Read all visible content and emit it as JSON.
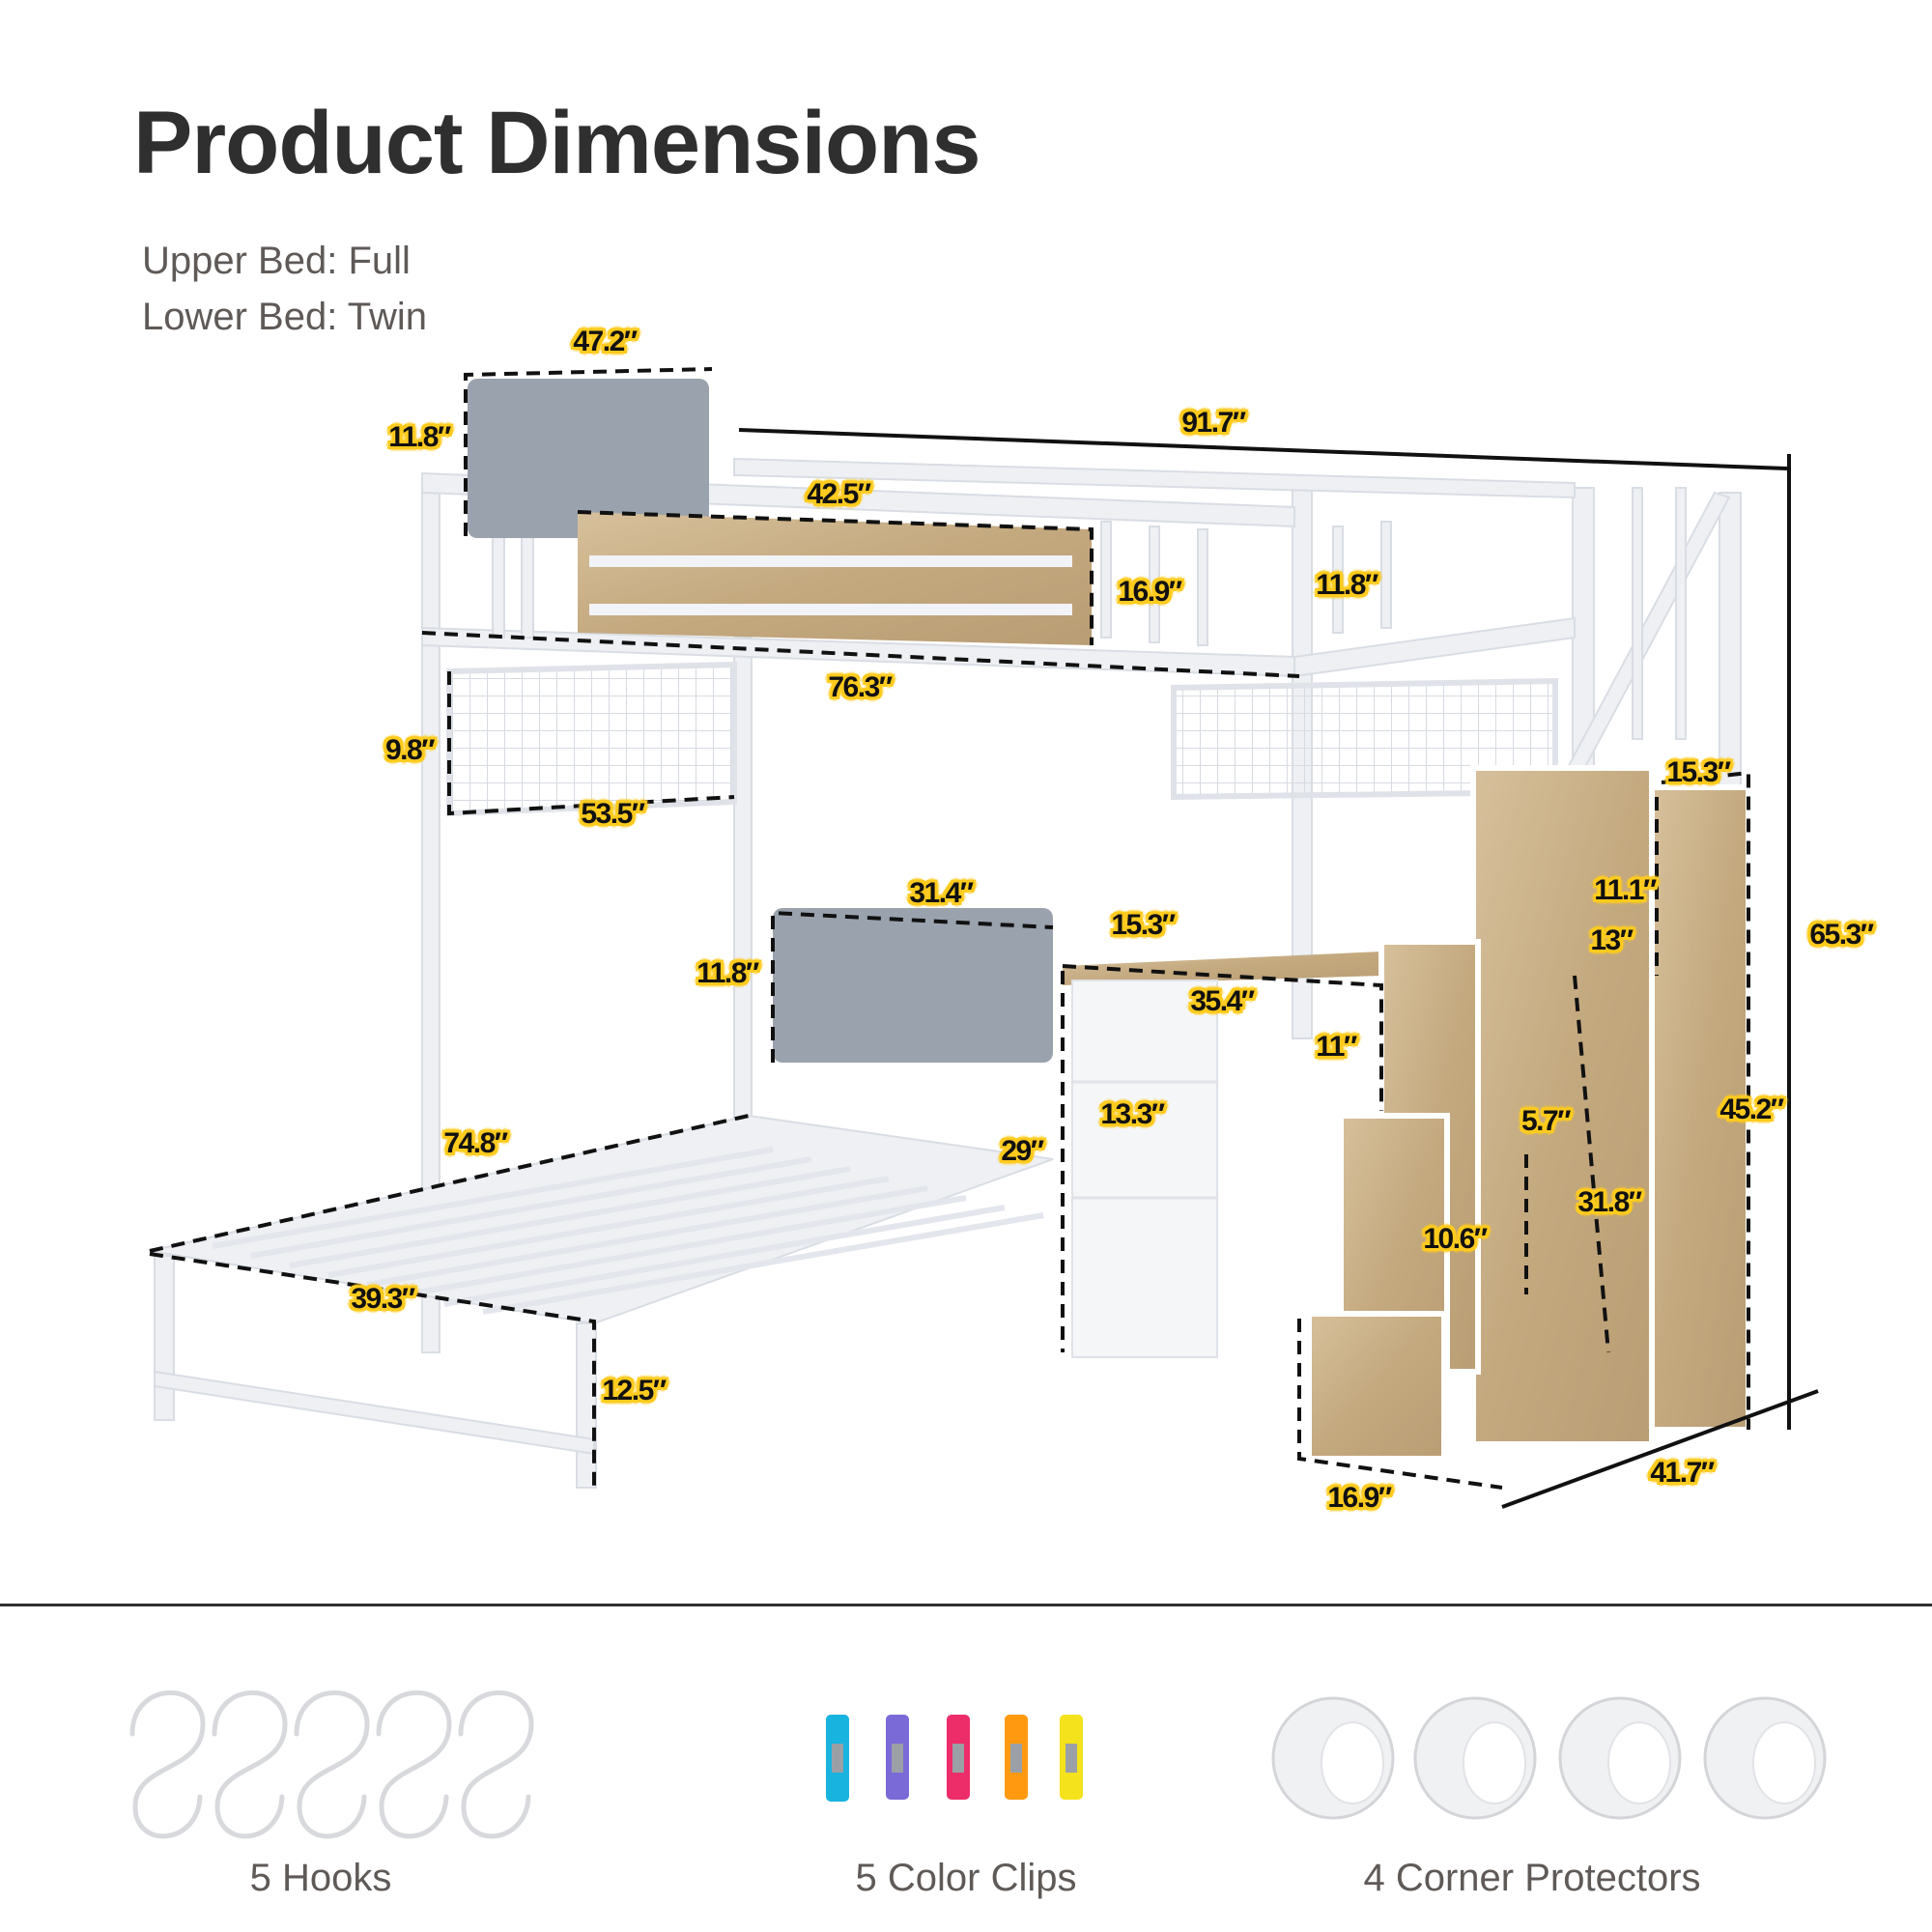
{
  "header": {
    "title": "Product Dimensions",
    "upper_bed": "Upper Bed: Full",
    "lower_bed": "Lower Bed: Twin"
  },
  "colors": {
    "label_fill": "#ffcb1f",
    "label_text": "#111111",
    "title": "#2f2f2f",
    "subtitle": "#5f5a57",
    "frame": "#eef0f4",
    "wood": "#c9b08a",
    "headboard": "#9aa2ad"
  },
  "dimensions": {
    "upper_headboard_width": "47.2″",
    "upper_headboard_height": "11.8″",
    "overall_length": "91.7″",
    "upper_shelf_width": "42.5″",
    "upper_shelf_height": "16.9″",
    "upper_guardrail_height": "11.8″",
    "upper_bed_length": "76.3″",
    "grid_panel_height": "9.8″",
    "grid_panel_width": "53.5″",
    "lower_headboard_width": "31.4″",
    "lower_headboard_height": "11.8″",
    "desk_depth": "15.3″",
    "desk_width": "35.4″",
    "desk_clearance": "11″",
    "drawer_height": "13.3″",
    "desk_height": "29″",
    "lower_bed_length": "74.8″",
    "lower_bed_width": "39.3″",
    "lower_bed_height": "12.5″",
    "stair_top_depth": "15.3″",
    "stair_riser_upper": "11.1″",
    "stair_step_depth": "13″",
    "overall_height": "65.3″",
    "stair_cabinet_height": "45.2″",
    "stair_step_small": "5.7″",
    "stair_mid_height": "31.8″",
    "stair_riser_lower": "10.6″",
    "stair_bottom_width": "16.9″",
    "overall_width": "41.7″"
  },
  "accessories": [
    {
      "label": "5 Hooks",
      "icon": "s-hook-icon",
      "count": 5
    },
    {
      "label": "5 Color Clips",
      "icon": "color-clip-icon",
      "count": 5,
      "colors": [
        "#19b3e0",
        "#7a6ad8",
        "#ec2d6a",
        "#ff9a10",
        "#f4e21c"
      ]
    },
    {
      "label": "4 Corner Protectors",
      "icon": "corner-protector-icon",
      "count": 4
    }
  ]
}
